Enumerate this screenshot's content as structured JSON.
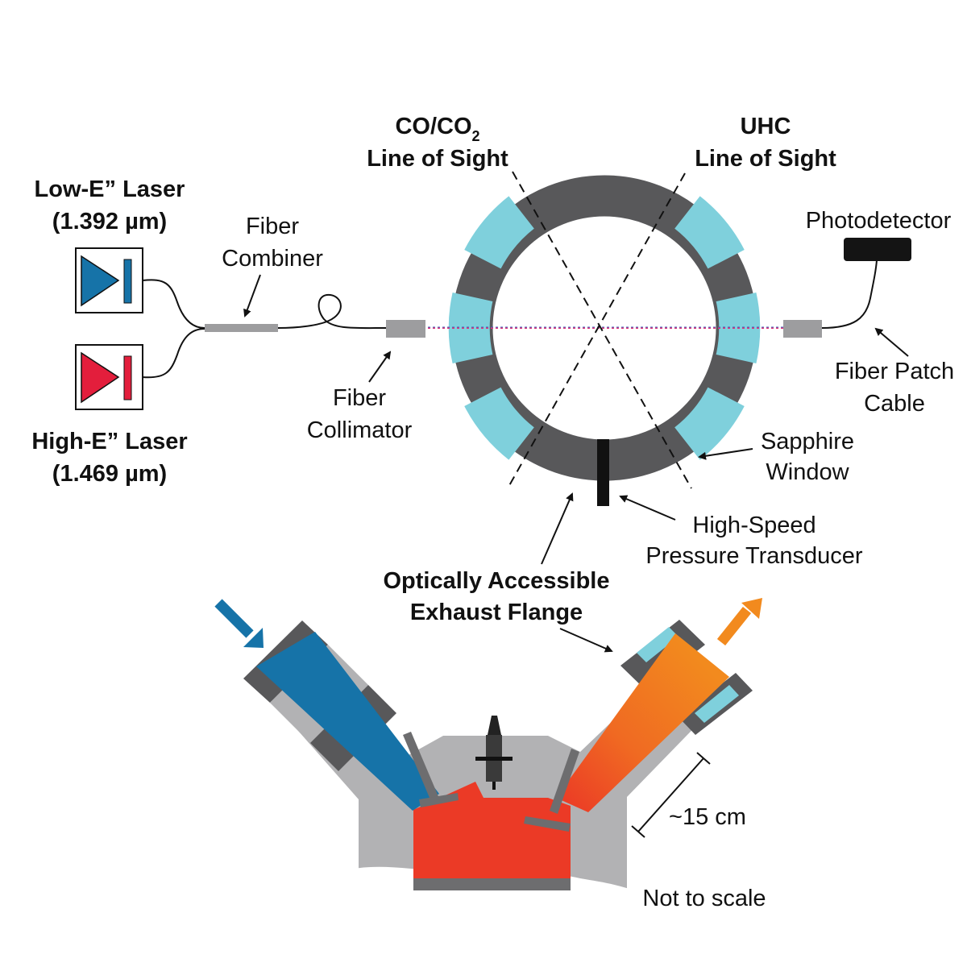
{
  "labels": {
    "co_line_1": "CO/CO",
    "co_line_sub": "2",
    "co_line_2": "Line of Sight",
    "uhc_line_1": "UHC",
    "uhc_line_2": "Line of Sight",
    "low_laser_1": "Low-E” Laser",
    "low_laser_2": "(1.392 µm)",
    "high_laser_1": "High-E” Laser",
    "high_laser_2": "(1.469 µm)",
    "combiner_1": "Fiber",
    "combiner_2": "Combiner",
    "collimator_1": "Fiber",
    "collimator_2": "Collimator",
    "photodetector": "Photodetector",
    "patch_1": "Fiber Patch",
    "patch_2": "Cable",
    "sapphire_1": "Sapphire",
    "sapphire_2": "Window",
    "pressure_1": "High-Speed",
    "pressure_2": "Pressure Transducer",
    "flange_1": "Optically Accessible",
    "flange_2": "Exhaust Flange",
    "scale_dim": "~15 cm",
    "not_to_scale": "Not to scale"
  },
  "colors": {
    "ring": "#58585a",
    "window": "#7fd0dc",
    "engine_gray": "#b2b2b4",
    "dark_gray": "#58585a",
    "intake_blue": "#1673a8",
    "exhaust_orange": "#f28a1e",
    "combustion_red": "#eb3a26",
    "low_laser": "#1673a8",
    "high_laser": "#e31e3c"
  }
}
